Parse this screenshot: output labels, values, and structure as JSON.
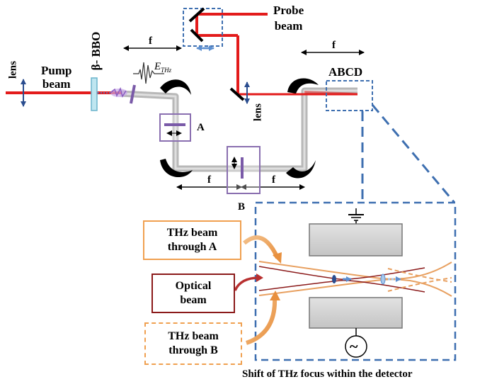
{
  "labels": {
    "lens_left": "lens",
    "pump_beam": [
      "Pump",
      "beam"
    ],
    "bbo": "β- BBO",
    "e_thz_main": "E",
    "e_thz_sub": "THz",
    "focal": "f",
    "probe_beam": [
      "Probe",
      "beam"
    ],
    "lens_mid": "lens",
    "abcd": "ABCD",
    "point_a": "A",
    "point_b": "B",
    "ac_symbol": "~"
  },
  "legend": {
    "thz_a": [
      "THz beam",
      "through A"
    ],
    "optical": [
      "Optical",
      "beam"
    ],
    "thz_b": [
      "THz beam",
      "through B"
    ]
  },
  "caption": "Shift of THz focus within the detector",
  "colors": {
    "laser": "#e31b1b",
    "thz_beam": "#b8b8b8",
    "inset_border": "#3e6fb0",
    "element_box": "#8a6fb0",
    "thz_a_border": "#f0a050",
    "optical_border": "#8b1a1a",
    "electrode": "#d0d0d0"
  }
}
